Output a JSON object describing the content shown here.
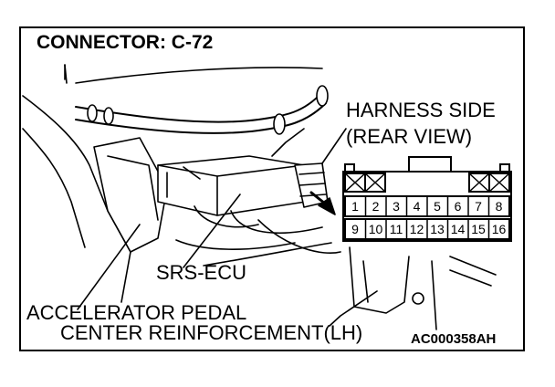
{
  "title": "CONNECTOR: C-72",
  "harness_label_line1": "HARNESS SIDE",
  "harness_label_line2": "(REAR VIEW)",
  "srs_label": "SRS-ECU",
  "accel_label": "ACCELERATOR PEDAL",
  "reinforcement_label": "CENTER REINFORCEMENT(LH)",
  "figure_code": "AC000358AH",
  "connector": {
    "pins_row1": [
      "1",
      "2",
      "3",
      "4",
      "5",
      "6",
      "7",
      "8"
    ],
    "pins_row2": [
      "9",
      "10",
      "11",
      "12",
      "13",
      "14",
      "15",
      "16"
    ]
  }
}
